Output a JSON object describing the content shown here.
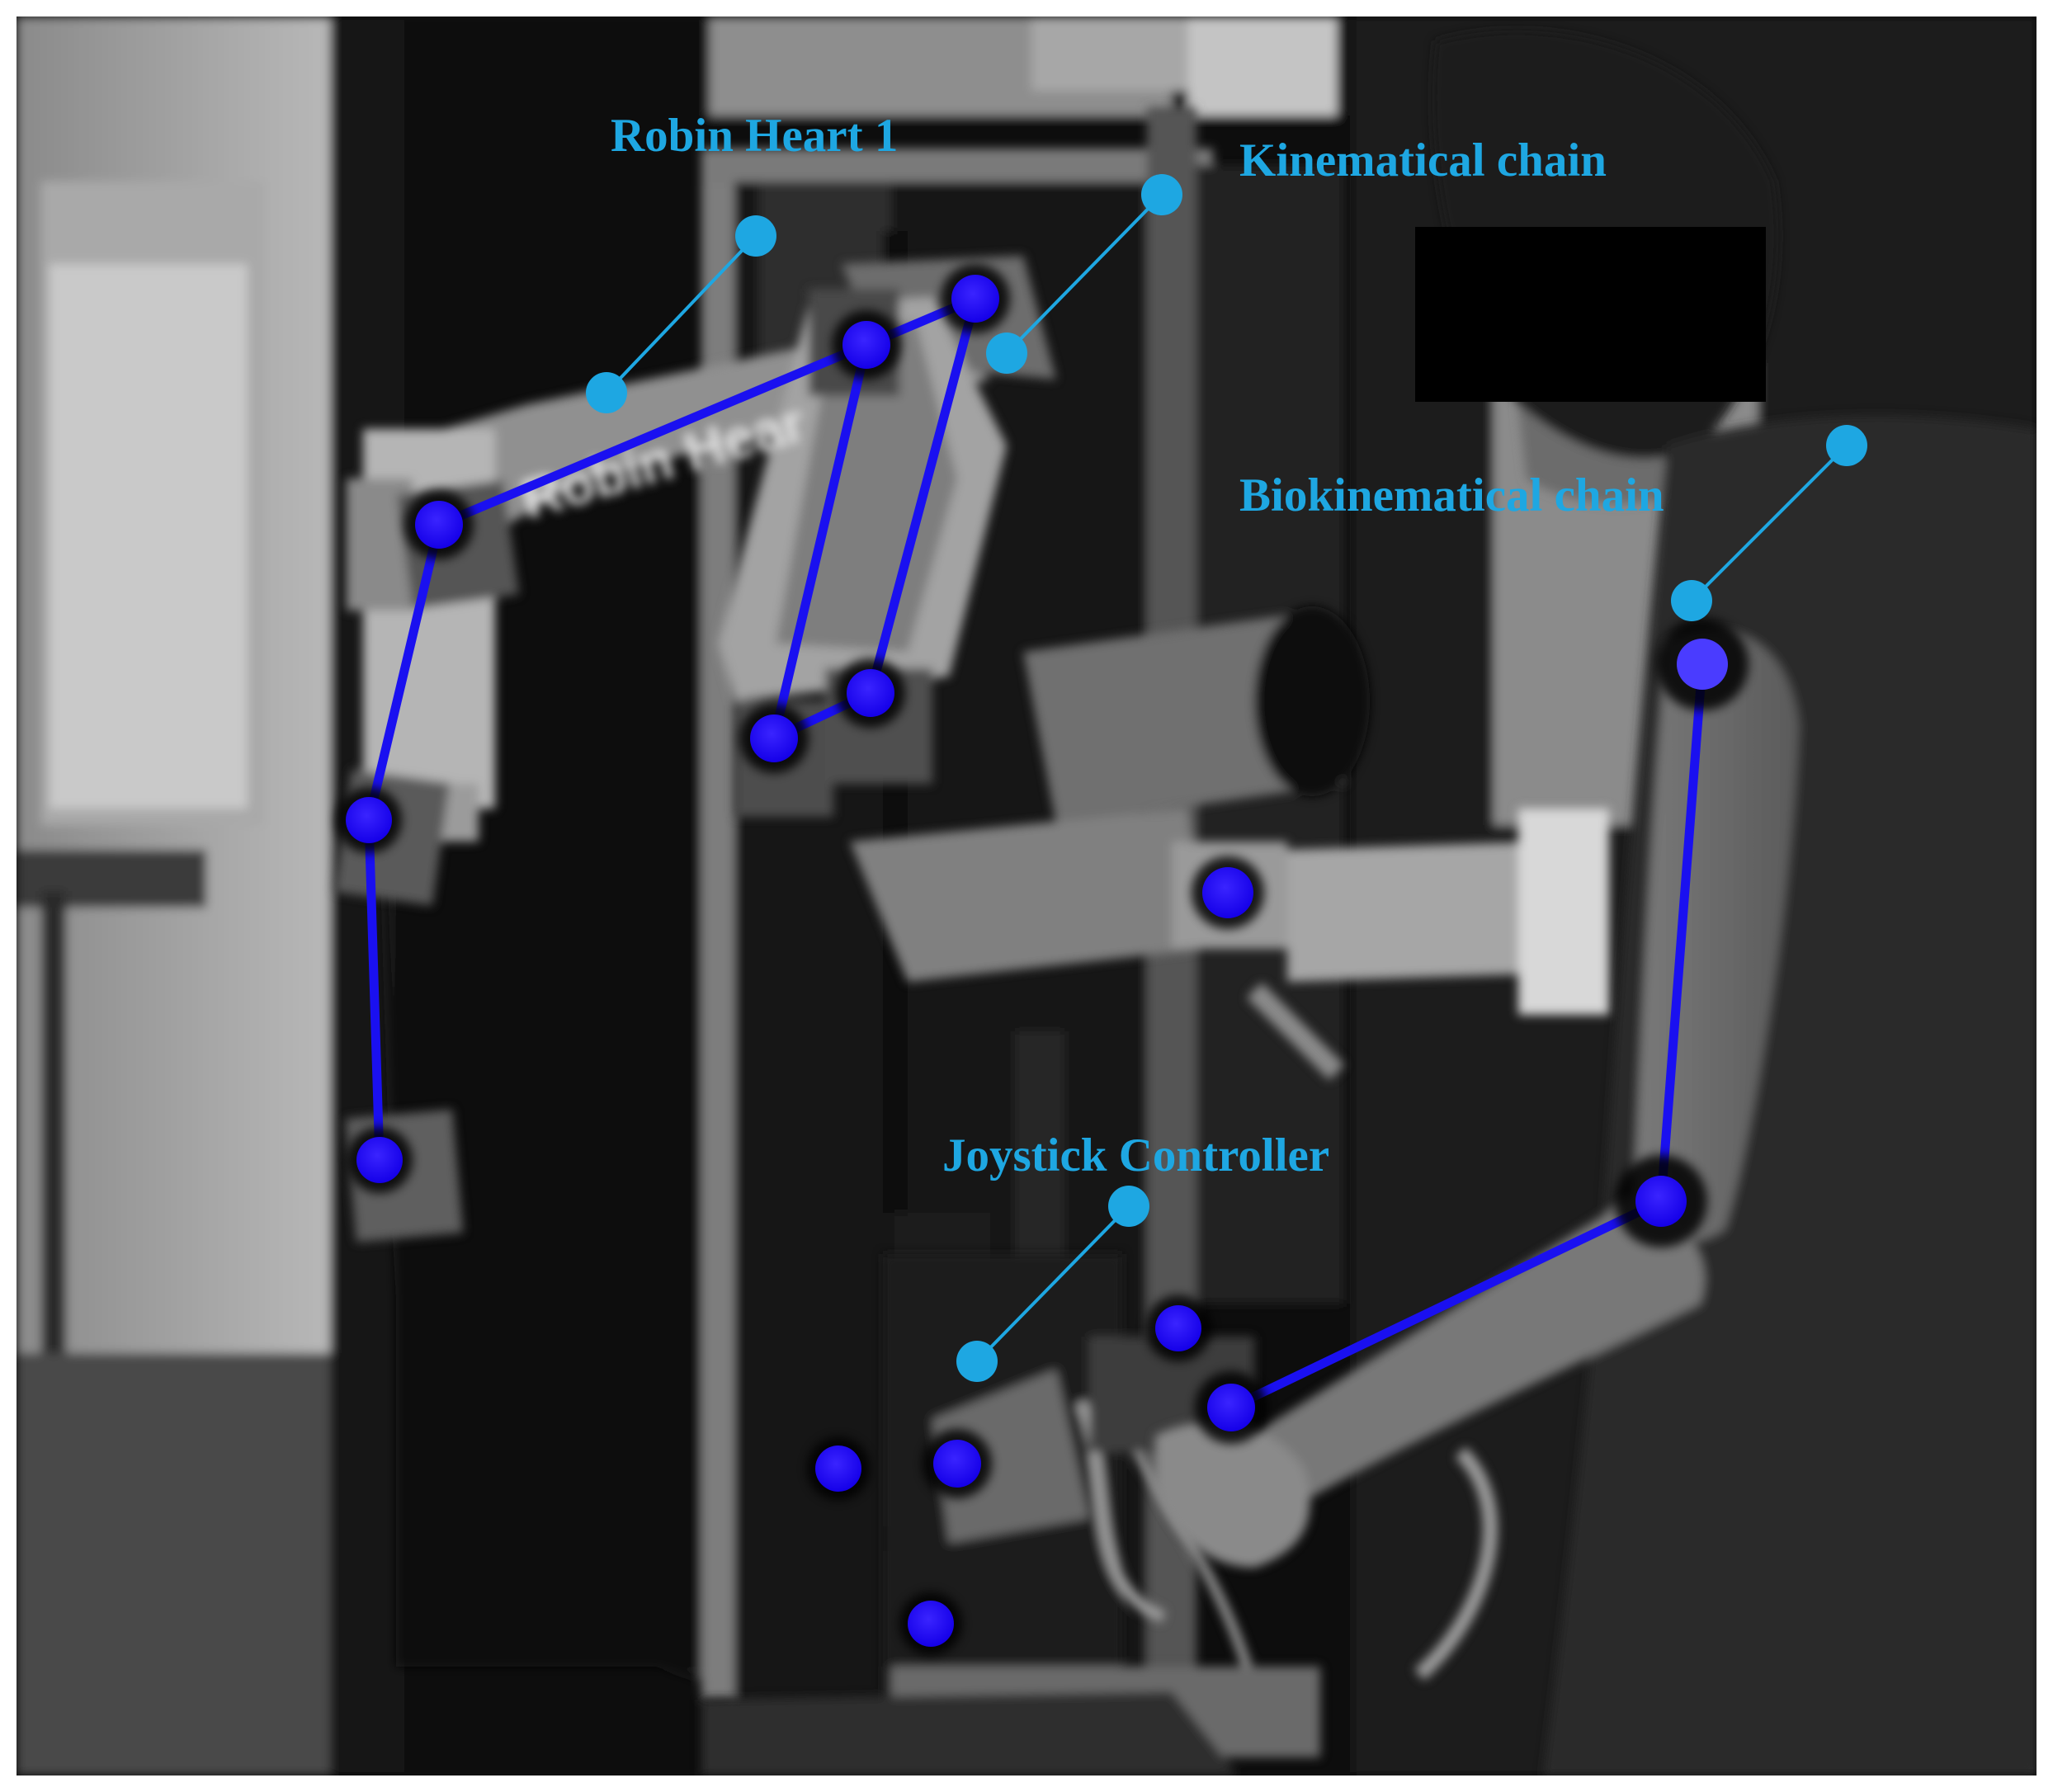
{
  "labels": {
    "robot": "Robin Heart 1",
    "kinematical": "Kinematical chain",
    "biokinematical": "Biokinematical chain",
    "joystick": "Joystick Controller"
  },
  "robot_arm_lettering": "Robin Hear",
  "colors": {
    "label": "#1ea7e2",
    "marker": "#1f00ff",
    "marker_edge": "#3a2cff",
    "link": "#1a10f0"
  }
}
